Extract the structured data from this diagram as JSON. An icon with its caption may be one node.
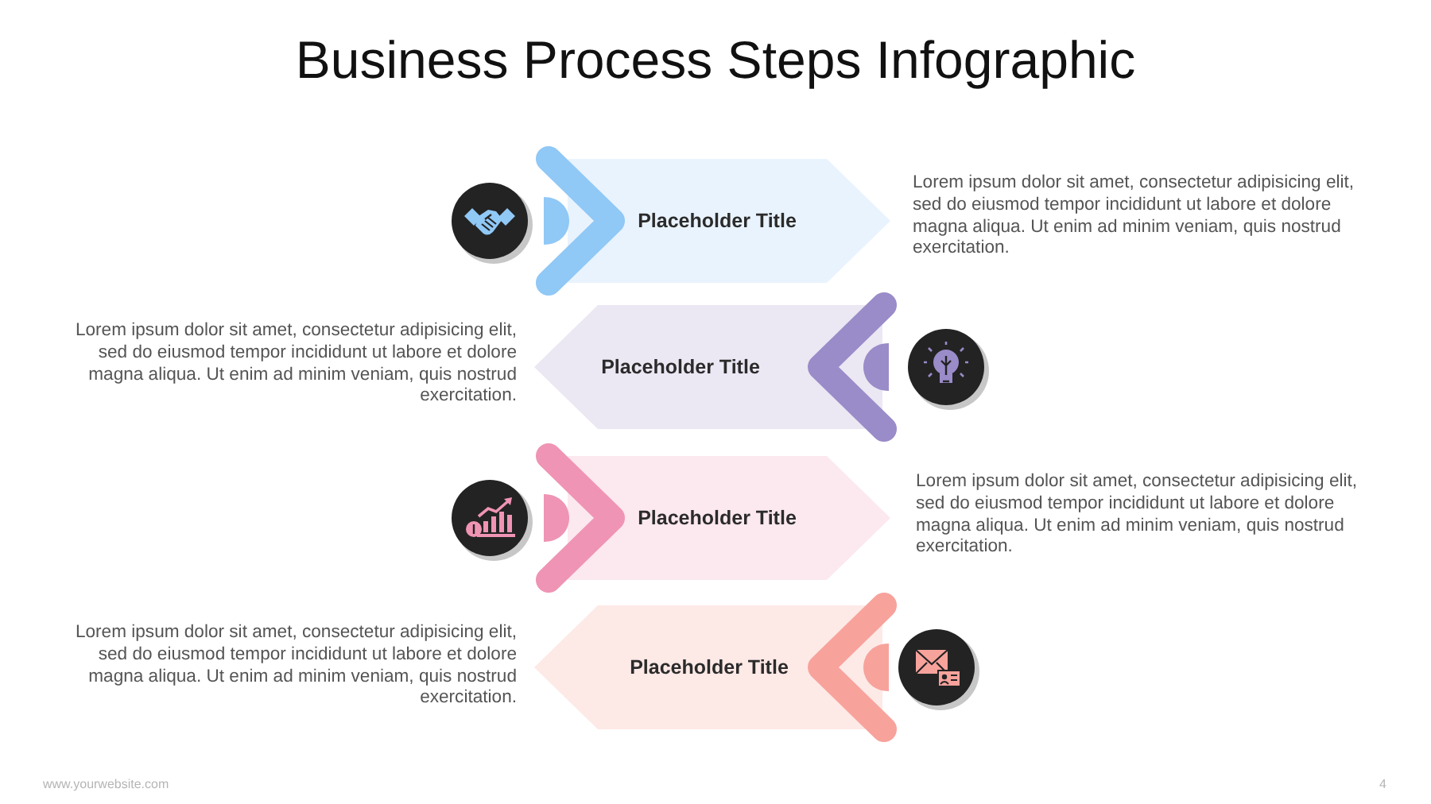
{
  "diagram": {
    "title": "Business Process Steps Infographic",
    "nodes": [
      {
        "text": [
          "Placeholder Title"
        ],
        "beside": [
          "Lorem ipsum dolor sit amet, consectetur adipisicing elit, sed do eiusmod tempor incididunt ut labore et dolore magna aliqua. Ut enim ad minim veniam, quis nostrud exercitation."
        ]
      },
      {
        "text": [
          "Placeholder Title"
        ],
        "beside": [
          "Lorem ipsum dolor sit amet, consectetur adipisicing elit, sed do eiusmod tempor incididunt ut labore et dolore magna aliqua. Ut enim ad minim veniam, quis nostrud exercitation."
        ]
      },
      {
        "text": [
          "Placeholder Title"
        ],
        "beside": [
          "Lorem ipsum dolor sit amet, consectetur adipisicing elit, sed do eiusmod tempor incididunt ut labore et dolore magna aliqua. Ut enim ad minim veniam, quis nostrud exercitation."
        ]
      },
      {
        "text": [
          "Placeholder Title"
        ],
        "beside": [
          "Lorem ipsum dolor sit amet, consectetur adipisicing elit, sed do eiusmod tempor incididunt ut labore et dolore magna aliqua. Ut enim ad minim veniam, quis nostrud exercitation."
        ]
      }
    ],
    "labels": [
      "www.yourwebsite.com",
      "4"
    ]
  }
}
